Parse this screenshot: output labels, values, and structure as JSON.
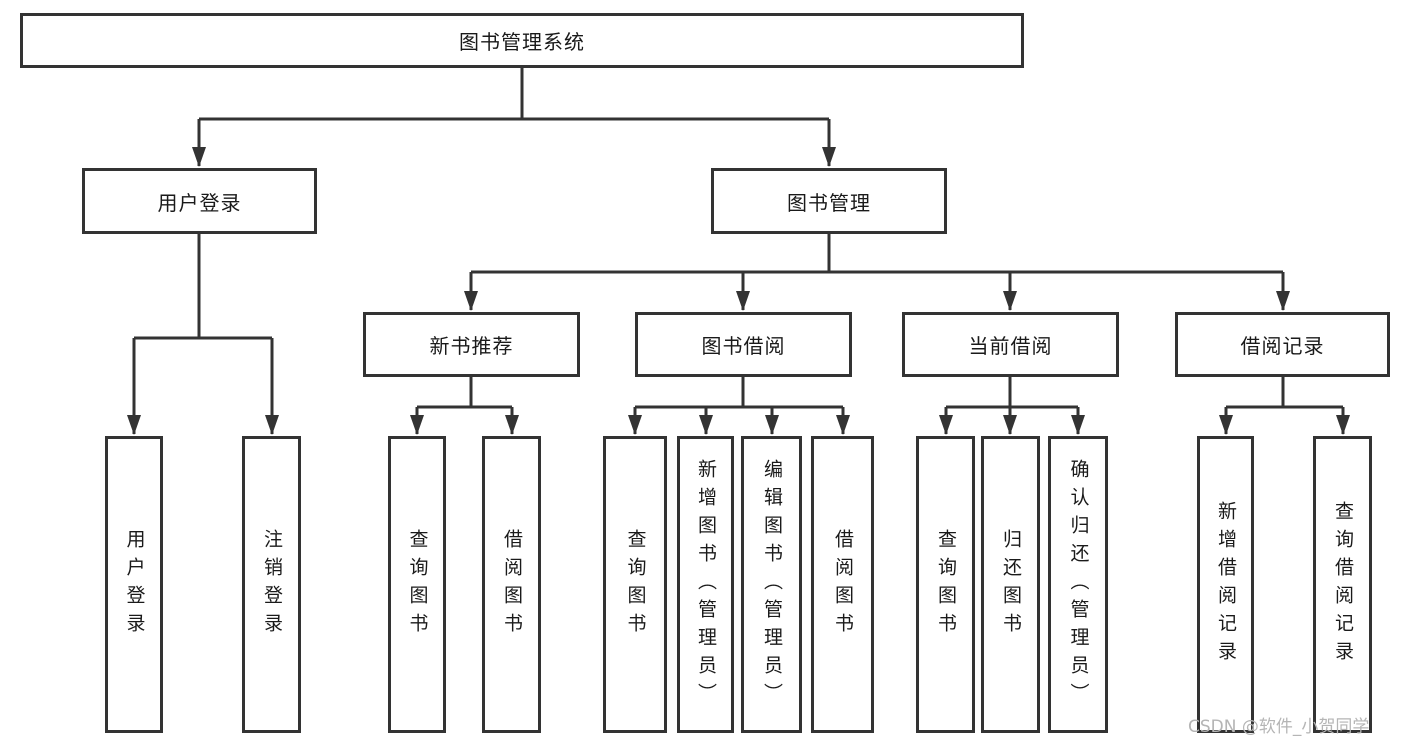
{
  "diagram": {
    "title": "图书管理系统",
    "root": {
      "label": "图书管理系统"
    },
    "level2": [
      {
        "id": "user-login",
        "label": "用户登录"
      },
      {
        "id": "book-management",
        "label": "图书管理"
      }
    ],
    "level3": [
      {
        "id": "new-book-recommend",
        "label": "新书推荐",
        "parent": "图书管理"
      },
      {
        "id": "book-borrow",
        "label": "图书借阅",
        "parent": "图书管理"
      },
      {
        "id": "current-borrow",
        "label": "当前借阅",
        "parent": "图书管理"
      },
      {
        "id": "borrow-records",
        "label": "借阅记录",
        "parent": "图书管理"
      }
    ],
    "leaves": [
      {
        "id": "user-login-leaf",
        "label": "用户登录",
        "parent": "用户登录"
      },
      {
        "id": "logout",
        "label": "注销登录",
        "parent": "用户登录"
      },
      {
        "id": "query-books-recommend",
        "label": "查询图书",
        "parent": "新书推荐"
      },
      {
        "id": "borrow-book-recommend",
        "label": "借阅图书",
        "parent": "新书推荐"
      },
      {
        "id": "query-books-borrow",
        "label": "查询图书",
        "parent": "图书借阅"
      },
      {
        "id": "add-book-admin",
        "label": "新增图书（管理员）",
        "parent": "图书借阅"
      },
      {
        "id": "edit-book-admin",
        "label": "编辑图书（管理员）",
        "parent": "图书借阅"
      },
      {
        "id": "borrow-book",
        "label": "借阅图书",
        "parent": "图书借阅"
      },
      {
        "id": "query-books-current",
        "label": "查询图书",
        "parent": "当前借阅"
      },
      {
        "id": "return-book",
        "label": "归还图书",
        "parent": "当前借阅"
      },
      {
        "id": "confirm-return-admin",
        "label": "确认归还（管理员）",
        "parent": "当前借阅"
      },
      {
        "id": "add-borrow-record",
        "label": "新增借阅记录",
        "parent": "借阅记录"
      },
      {
        "id": "query-borrow-record",
        "label": "查询借阅记录",
        "parent": "借阅记录"
      }
    ],
    "watermark": "CSDN @软件_小贺同学",
    "colors": {
      "line": "#333333",
      "text": "#1a1a1a",
      "watermark": "#b5b5b5",
      "background": "#ffffff"
    }
  }
}
